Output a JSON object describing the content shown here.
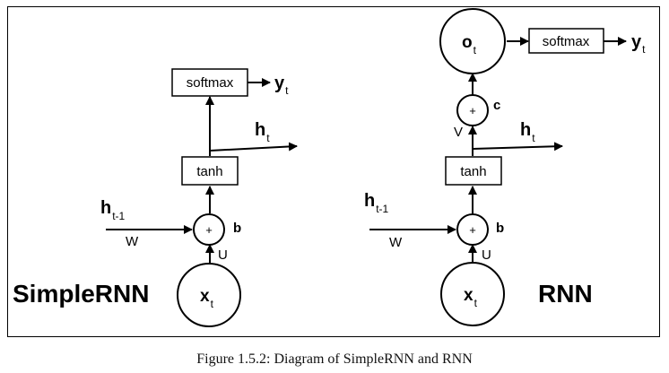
{
  "simple_rnn": {
    "title": "SimpleRNN",
    "input": {
      "main": "x",
      "sub": "t"
    },
    "add": "+",
    "bias": "b",
    "input_weight": "U",
    "recurrent_weight": "W",
    "prev_state": {
      "main": "h",
      "sub": "t-1"
    },
    "activation": "tanh",
    "state": {
      "main": "h",
      "sub": "t"
    },
    "output_fn": "softmax",
    "output": {
      "main": "y",
      "sub": "t"
    }
  },
  "rnn": {
    "title": "RNN",
    "input": {
      "main": "x",
      "sub": "t"
    },
    "add": "+",
    "bias": "b",
    "input_weight": "U",
    "recurrent_weight": "W",
    "prev_state": {
      "main": "h",
      "sub": "t-1"
    },
    "activation": "tanh",
    "state": {
      "main": "h",
      "sub": "t"
    },
    "output_weight": "V",
    "add2": "+",
    "bias2": "c",
    "output_node": {
      "main": "o",
      "sub": "t"
    },
    "output_fn": "softmax",
    "output": {
      "main": "y",
      "sub": "t"
    }
  },
  "caption": "Figure 1.5.2: Diagram of SimpleRNN and RNN"
}
